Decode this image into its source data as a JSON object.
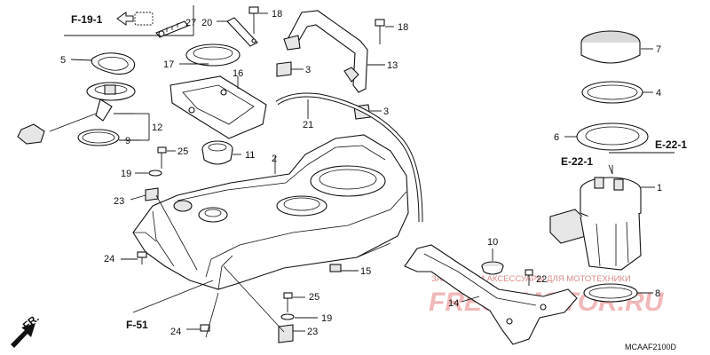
{
  "diagram": {
    "code": "MCAAF2100D",
    "watermark": {
      "text": "ЗАПЧАСТИ И АКСЕССУАРЫ ДЛЯ МОТОТЕХНИКИ",
      "logo": "FRESHMOTOR.RU"
    },
    "refs": {
      "f19_1": "F-19-1",
      "e22_1_top": "E-22-1",
      "e22_1_bottom": "E-22-1",
      "f51": "F-51",
      "fr": "FR."
    },
    "callouts": {
      "c1": "1",
      "c2": "2",
      "c3a": "3",
      "c3b": "3",
      "c4": "4",
      "c5": "5",
      "c6": "6",
      "c7": "7",
      "c8": "8",
      "c9": "9",
      "c10": "10",
      "c11": "11",
      "c12": "12",
      "c13": "13",
      "c14": "14",
      "c15": "15",
      "c16": "16",
      "c17": "17",
      "c18a": "18",
      "c18b": "18",
      "c19a": "19",
      "c19b": "19",
      "c20": "20",
      "c21": "21",
      "c22": "22",
      "c23a": "23",
      "c23b": "23",
      "c24a": "24",
      "c24b": "24",
      "c25a": "25",
      "c25b": "25",
      "c27": "27"
    }
  }
}
